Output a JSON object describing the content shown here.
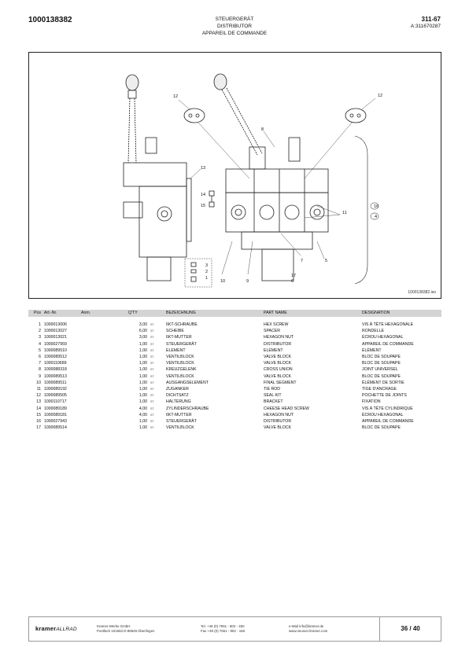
{
  "header": {
    "doc_number": "1000138382",
    "title_de": "STEUERGERÄT",
    "title_en": "DISTRIBUTOR",
    "title_fr": "APPAREIL DE COMMANDE",
    "page_code": "311-67",
    "article_ref": "A:311670287"
  },
  "drawing": {
    "iso_label": "1000138382.iso",
    "callouts": [
      "12",
      "12",
      "13",
      "14",
      "15",
      "8",
      "16",
      "4",
      "11",
      "3",
      "2",
      "1",
      "10",
      "9",
      "17",
      "6",
      "7",
      "5"
    ]
  },
  "table": {
    "columns": [
      "Pos",
      "Art.-Nr.",
      "Anm.",
      "Q'TY",
      "BEZEICHNUNG",
      "PART NAME",
      "DESIGNATION"
    ],
    "rows": [
      {
        "pos": "1",
        "art": "1000013006",
        "anm": "",
        "qty": "3,00",
        "unit": "ST",
        "de": "6KT-SCHRAUBE",
        "en": "HEX SCREW",
        "fr": "VIS À TÊTE HEXAGONALE"
      },
      {
        "pos": "2",
        "art": "1000013027",
        "anm": "",
        "qty": "6,00",
        "unit": "ST",
        "de": "SCHEIBE",
        "en": "SPACER",
        "fr": "RONDELLE"
      },
      {
        "pos": "3",
        "art": "1000013021",
        "anm": "",
        "qty": "3,00",
        "unit": "ST",
        "de": "6KT-MUTTER",
        "en": "HEXAGON NUT",
        "fr": "ÉCROU HEXAGONAL"
      },
      {
        "pos": "4",
        "art": "1000027959",
        "anm": "",
        "qty": "1,00",
        "unit": "ST",
        "de": "STEUERGERÄT",
        "en": "DISTRIBUTOR",
        "fr": "APPAREIL DE COMMANDE"
      },
      {
        "pos": "5",
        "art": "1000089510",
        "anm": "",
        "qty": "1,00",
        "unit": "ST",
        "de": "ELEMENT",
        "en": "ELEMENT",
        "fr": "ÉLÉMENT"
      },
      {
        "pos": "6",
        "art": "1000089512",
        "anm": "",
        "qty": "1,00",
        "unit": "ST",
        "de": "VENTILBLOCK",
        "en": "VALVE BLOCK",
        "fr": "BLOC DE SOUPAPE"
      },
      {
        "pos": "7",
        "art": "1000110689",
        "anm": "",
        "qty": "1,00",
        "unit": "ST",
        "de": "VENTILBLOCK",
        "en": "VALVE BLOCK",
        "fr": "BLOC DE SOUPAPE"
      },
      {
        "pos": "8",
        "art": "1000088318",
        "anm": "",
        "qty": "1,00",
        "unit": "ST",
        "de": "KREUZGELENK",
        "en": "CROSS UNION",
        "fr": "JOINT UNIVERSEL"
      },
      {
        "pos": "9",
        "art": "1000089513",
        "anm": "",
        "qty": "1,00",
        "unit": "ST",
        "de": "VENTILBLOCK",
        "en": "VALVE BLOCK",
        "fr": "BLOC DE SOUPAPE"
      },
      {
        "pos": "10",
        "art": "1000089511",
        "anm": "",
        "qty": "1,00",
        "unit": "ST",
        "de": "AUSGANGSELEMENT",
        "en": "FINAL SEGMENT",
        "fr": "ÉLÉMENT DE SORTIE"
      },
      {
        "pos": "11",
        "art": "1000089192",
        "anm": "",
        "qty": "1,00",
        "unit": "ST",
        "de": "ZUGANKER",
        "en": "TIE ROD",
        "fr": "TIGE D'ANCRAGE"
      },
      {
        "pos": "12",
        "art": "1000089505",
        "anm": "",
        "qty": "1,00",
        "unit": "ST",
        "de": "DICHTSATZ",
        "en": "SEAL KIT",
        "fr": "POCHETTE DE JOINTS"
      },
      {
        "pos": "13",
        "art": "1000110717",
        "anm": "",
        "qty": "1,00",
        "unit": "ST",
        "de": "HALTERUNG",
        "en": "BRACKET",
        "fr": "FIXATION"
      },
      {
        "pos": "14",
        "art": "1000089189",
        "anm": "",
        "qty": "4,00",
        "unit": "ST",
        "de": "ZYLINDERSCHRAUBE",
        "en": "CHEESE HEAD SCREW",
        "fr": "VIS À TÊTE CYLINDRIQUE"
      },
      {
        "pos": "15",
        "art": "1000089181",
        "anm": "",
        "qty": "4,00",
        "unit": "ST",
        "de": "6KT-MUTTER",
        "en": "HEXAGON NUT",
        "fr": "ÉCROU HEXAGONAL"
      },
      {
        "pos": "16",
        "art": "1000027943",
        "anm": "",
        "qty": "1,00",
        "unit": "ST",
        "de": "STEUERGERÄT",
        "en": "DISTRIBUTOR",
        "fr": "APPAREIL DE COMMANDE"
      },
      {
        "pos": "17",
        "art": "1000089514",
        "anm": "",
        "qty": "1,00",
        "unit": "ST",
        "de": "VENTILBLOCK",
        "en": "VALVE BLOCK",
        "fr": "BLOC DE SOUPAPE"
      }
    ]
  },
  "footer": {
    "logo_main": "kramer",
    "logo_sub": "ALLRAD",
    "company_line1": "Kramer-Werke GmbH",
    "company_line2": "Postfach 101563 D-88645 Überlingen",
    "phone_line1": "Tel. +49 (0) 7551 - 802 - 450",
    "phone_line2": "Fax +49 (0) 7551 - 802 - 156",
    "mail_line1": "e-Mail info@kramer.de",
    "mail_line2": "www.neuson-kramer.com",
    "page": "36 / 40"
  }
}
